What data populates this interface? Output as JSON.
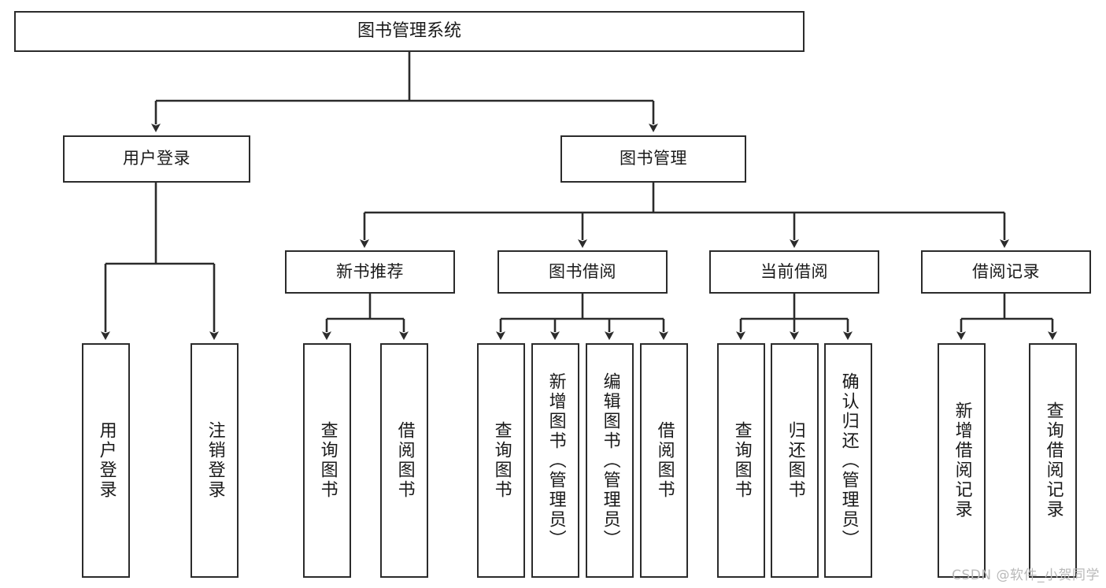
{
  "diagram": {
    "type": "tree-hierarchy",
    "title": "图书管理系统",
    "style": {
      "stroke": "#2b2b2b",
      "fill": "#ffffff",
      "text": "#1a1a1a",
      "watermark_color": "#b9b9b9"
    },
    "levels": {
      "root": {
        "label": "图书管理系统"
      },
      "level2": [
        {
          "label": "用户登录"
        },
        {
          "label": "图书管理"
        }
      ],
      "level3": [
        {
          "label": "新书推荐"
        },
        {
          "label": "图书借阅"
        },
        {
          "label": "当前借阅"
        },
        {
          "label": "借阅记录"
        }
      ],
      "leaves": {
        "user_login": [
          {
            "label": "用户登录"
          },
          {
            "label": "注销登录"
          }
        ],
        "new_book_recommend": [
          {
            "label": "查询图书"
          },
          {
            "label": "借阅图书"
          }
        ],
        "book_borrow": [
          {
            "label": "查询图书"
          },
          {
            "label": "新增图书（管理员）"
          },
          {
            "label": "编辑图书（管理员）"
          },
          {
            "label": "借阅图书"
          }
        ],
        "current_borrow": [
          {
            "label": "查询图书"
          },
          {
            "label": "归还图书"
          },
          {
            "label": "确认归还（管理员）"
          }
        ],
        "borrow_records": [
          {
            "label": "新增借阅记录"
          },
          {
            "label": "查询借阅记录"
          }
        ]
      }
    }
  },
  "watermark": {
    "text": "CSDN @软件_小贺同学"
  }
}
